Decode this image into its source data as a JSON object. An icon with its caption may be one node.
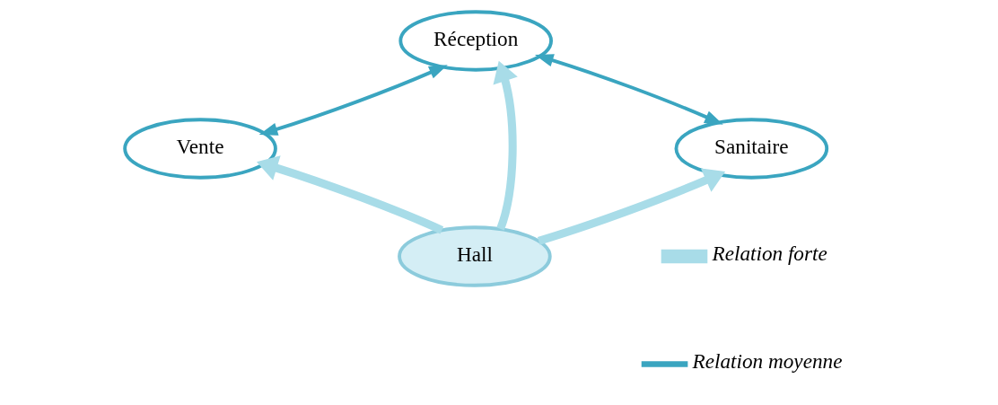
{
  "diagram": {
    "nodes": [
      {
        "text": [
          "Réception"
        ]
      },
      {
        "text": [
          "Vente"
        ]
      },
      {
        "text": [
          "Sanitaire"
        ]
      },
      {
        "text": [
          "Hall"
        ]
      }
    ],
    "edges": [
      {
        "from": 1,
        "to": 0,
        "arrow": "both",
        "color": "#3aa5c0"
      },
      {
        "from": 0,
        "to": 2,
        "arrow": "both",
        "color": "#3aa5c0"
      },
      {
        "from": 3,
        "to": 0,
        "arrow": "to"
      },
      {
        "from": 3,
        "to": 1,
        "arrow": "to"
      },
      {
        "from": 3,
        "to": 2,
        "arrow": "to"
      }
    ],
    "legend": [
      {
        "text": "Relation forte"
      },
      {
        "text": "Relation moyenne"
      }
    ]
  }
}
